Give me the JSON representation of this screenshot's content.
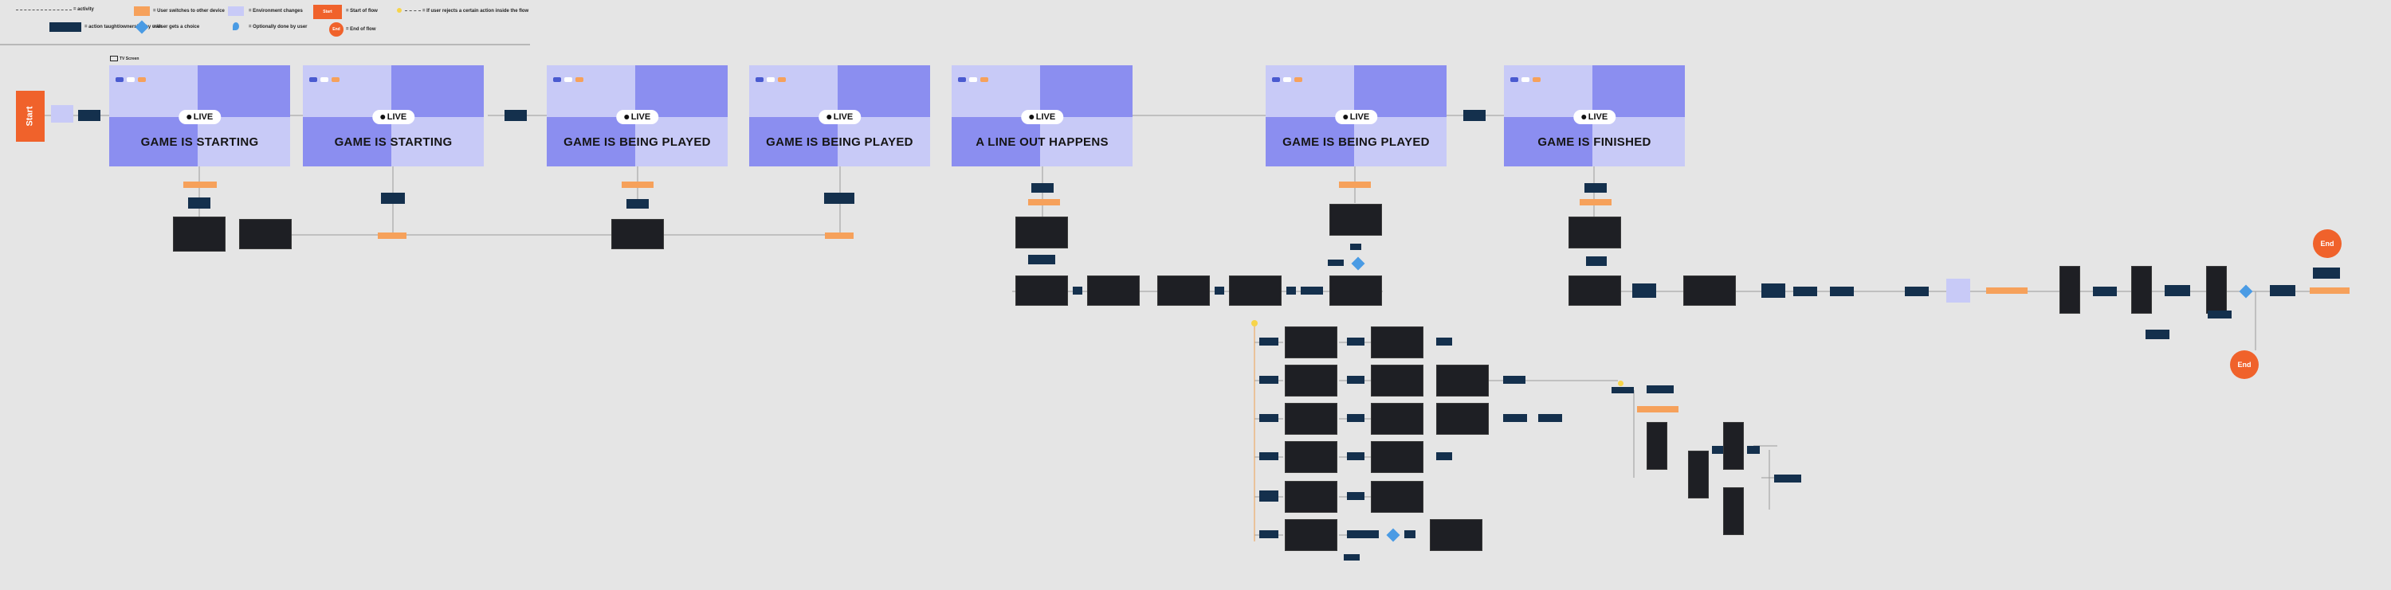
{
  "legend": {
    "activity": "= activity",
    "action": "= action taught/ownership by user",
    "user_switches": "= User switches to other device",
    "user_gets_choice": "= User gets a choice",
    "environment_changes": "= Environment changes",
    "optional": "= Optionally done by user",
    "start_of_flow": "= Start of flow",
    "end_of_flow": "= End of flow",
    "start_label": "Start",
    "end_label": "End",
    "note": "= If user rejects a certain action inside the flow"
  },
  "section_label": "TV Screen",
  "start_label": "Start",
  "end_labels": [
    "End",
    "End"
  ],
  "tv_screens": [
    {
      "title": "GAME IS STARTING",
      "live": "LIVE"
    },
    {
      "title": "GAME IS STARTING",
      "live": "LIVE"
    },
    {
      "title": "GAME IS BEING PLAYED",
      "live": "LIVE"
    },
    {
      "title": "GAME IS BEING PLAYED",
      "live": "LIVE"
    },
    {
      "title": "A LINE OUT HAPPENS",
      "live": "LIVE"
    },
    {
      "title": "GAME IS BEING PLAYED",
      "live": "LIVE"
    },
    {
      "title": "GAME IS FINISHED",
      "live": "LIVE"
    }
  ],
  "colors": {
    "navy": "#14304d",
    "orange_light": "#f6a15b",
    "orange_dark": "#f0622b",
    "lavender": "#c8caf7",
    "periwinkle": "#8b8ef0",
    "blue_diamond": "#4a9be4"
  }
}
